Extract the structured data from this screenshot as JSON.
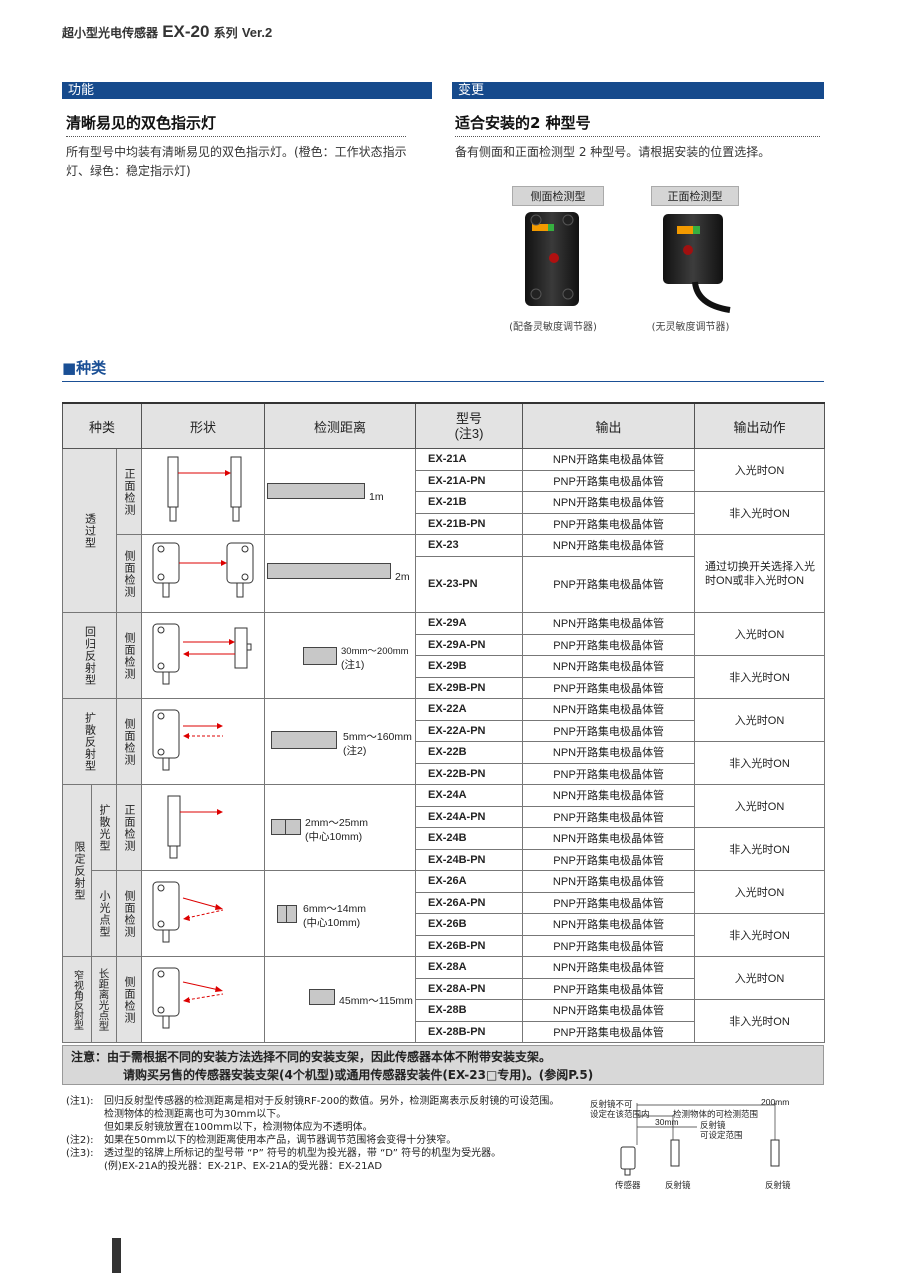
{
  "header": {
    "prefix": "超小型光电传感器",
    "model": "EX-20",
    "series": "系列",
    "version": "Ver.2"
  },
  "left": {
    "bar": "功能",
    "title": "清晰易见的双色指示灯",
    "body": "所有型号中均装有清晰易见的双色指示灯。(橙色：工作状态指示灯、绿色：稳定指示灯)"
  },
  "right": {
    "bar": "变更",
    "title": "适合安装的2 种型号",
    "body": "备有侧面和正面检测型 2 种型号。请根据安装的位置选择。",
    "pics": [
      {
        "label": "侧面检测型",
        "caption": "(配备灵敏度调节器)"
      },
      {
        "label": "正面检测型",
        "caption": "(无灵敏度调节器)"
      }
    ]
  },
  "section": "■种类",
  "table": {
    "headers": [
      "种类",
      "形状",
      "检测距离",
      "型号\n(注3)",
      "输出",
      "输出动作"
    ],
    "cats": {
      "thru": "透过型",
      "front": "正面检测",
      "side": "侧面检测",
      "retro": "回归反射型",
      "diffuse": "扩散反射型",
      "limited": "限定反射型",
      "diffuse_light": "扩散光型",
      "small_spot": "小光点型",
      "narrow": "窄视角反射型",
      "long_spot": "长距离光点型"
    },
    "dists": {
      "d21": "1m",
      "d23": "2m",
      "d29": "30mm～200mm",
      "d29n": "(注1)",
      "d22": "5mm～160mm",
      "d22n": "(注2)",
      "d24": "2mm～25mm",
      "d24n": "(中心10mm)",
      "d26": "6mm～14mm",
      "d26n": "(中心10mm)",
      "d28": "45mm～115mm"
    },
    "models": [
      "EX-21A",
      "EX-21A-PN",
      "EX-21B",
      "EX-21B-PN",
      "EX-23",
      "EX-23-PN",
      "EX-29A",
      "EX-29A-PN",
      "EX-29B",
      "EX-29B-PN",
      "EX-22A",
      "EX-22A-PN",
      "EX-22B",
      "EX-22B-PN",
      "EX-24A",
      "EX-24A-PN",
      "EX-24B",
      "EX-24B-PN",
      "EX-26A",
      "EX-26A-PN",
      "EX-26B",
      "EX-26B-PN",
      "EX-28A",
      "EX-28A-PN",
      "EX-28B",
      "EX-28B-PN"
    ],
    "npn": "NPN开路集电极晶体管",
    "pnp": "PNP开路集电极晶体管",
    "light_on": "入光时ON",
    "dark_on": "非入光时ON",
    "switch": "通过切换开关选择入光时ON或非入光时ON"
  },
  "note": {
    "line1": "注意：由于需根据不同的安装方法选择不同的安装支架，因此传感器本体不附带安装支架。",
    "line2": "请购买另售的传感器安装支架(4个机型)或通用传感器安装件(EX-23□专用)。(参阅P.5)"
  },
  "footnotes": [
    {
      "k": "(注1):",
      "t": "回归反射型传感器的检测距离是相对于反射镜RF-200的数值。另外，检测距离表示反射镜的可设范围。检测物体的检测距离也可为30mm以下。"
    },
    {
      "k": "",
      "t": "但如果反射镜放置在100mm以下，检测物体应为不透明体。"
    },
    {
      "k": "(注2):",
      "t": "如果在50mm以下的检测距离使用本产品，调节器调节范围将会变得十分狭窄。"
    },
    {
      "k": "(注3):",
      "t": "透过型的铭牌上所标记的型号带 “P” 符号的机型为投光器，带 “D” 符号的机型为受光器。"
    },
    {
      "k": "",
      "t": "(例)EX-21A的投光器：EX-21P、EX-21A的受光器：EX-21AD"
    }
  ],
  "diagram": {
    "l1": "反射镜不可",
    "l2": "设定在该范围内",
    "l3": "检测物体的可检测范围",
    "l4": "反射镜",
    "l5": "可设定范围",
    "d30": "30mm",
    "d200": "200mm",
    "sensor": "传感器",
    "mirror1": "反射镜",
    "mirror2": "反射镜"
  }
}
